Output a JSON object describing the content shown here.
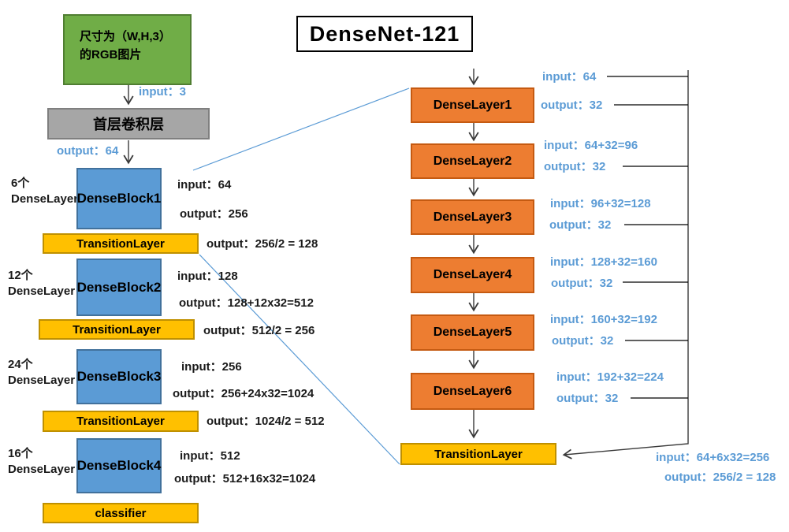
{
  "title": "DenseNet-121",
  "colors": {
    "green_fill": "#70AD47",
    "gray_fill": "#A6A6A6",
    "blue_fill": "#5B9BD5",
    "yellow_fill": "#FFC000",
    "orange_fill": "#ED7D31",
    "blue_text": "#5B9BD5",
    "black_text": "#1a1a1a"
  },
  "left": {
    "image_box": {
      "line1": "尺寸为（W,H,3）",
      "line2": "的RGB图片"
    },
    "input_label": "input：3",
    "conv_box": "首层卷积层",
    "output_label": "output：64",
    "blocks": [
      {
        "count": "6个",
        "type": "DenseLayer",
        "name": "DenseBlock1",
        "input": "input：64",
        "output": "output：256"
      },
      {
        "count": "12个",
        "type": "DenseLayer",
        "name": "DenseBlock2",
        "input": "input：128",
        "output": "output：128+12x32=512"
      },
      {
        "count": "24个",
        "type": "DenseLayer",
        "name": "DenseBlock3",
        "input": "input：256",
        "output": "output：256+24x32=1024"
      },
      {
        "count": "16个",
        "type": "DenseLayer",
        "name": "DenseBlock4",
        "input": "input：512",
        "output": "output：512+16x32=1024"
      }
    ],
    "transitions": [
      {
        "name": "TransitionLayer",
        "output": "output：256/2 = 128"
      },
      {
        "name": "TransitionLayer",
        "output": "output：512/2 = 256"
      },
      {
        "name": "TransitionLayer",
        "output": "output：1024/2 = 512"
      }
    ],
    "classifier": "classifier"
  },
  "right": {
    "layers": [
      {
        "name": "DenseLayer1",
        "input": "input：64",
        "output": "output：32"
      },
      {
        "name": "DenseLayer2",
        "input": "input：64+32=96",
        "output": "output：32"
      },
      {
        "name": "DenseLayer3",
        "input": "input：96+32=128",
        "output": "output：32"
      },
      {
        "name": "DenseLayer4",
        "input": "input：128+32=160",
        "output": "output：32"
      },
      {
        "name": "DenseLayer5",
        "input": "input：160+32=192",
        "output": "output：32"
      },
      {
        "name": "DenseLayer6",
        "input": "input：192+32=224",
        "output": "output：32"
      }
    ],
    "transition": {
      "name": "TransitionLayer",
      "input": "input：64+6x32=256",
      "output": "output：256/2 = 128"
    }
  }
}
